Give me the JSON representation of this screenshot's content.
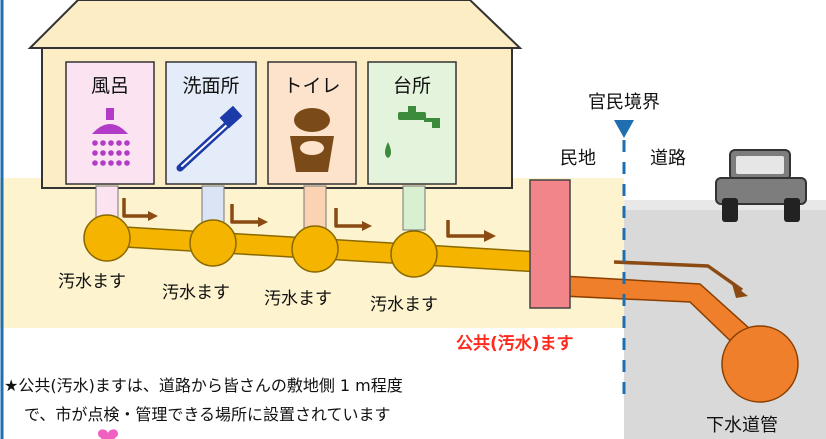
{
  "rooms": [
    {
      "label": "風呂",
      "bg": "#fbe3f2",
      "icon": "shower-icon",
      "icon_color": "#b23cc7"
    },
    {
      "label": "洗面所",
      "bg": "#e5ecf9",
      "icon": "toothbrush-icon",
      "icon_color": "#1c3aa8"
    },
    {
      "label": "トイレ",
      "bg": "#fde3cc",
      "icon": "toilet-icon",
      "icon_color": "#7a4a18"
    },
    {
      "label": "台所",
      "bg": "#e3f3dc",
      "icon": "faucet-icon",
      "icon_color": "#3c8a3c"
    }
  ],
  "inspection_boxes": [
    "汚水ます",
    "汚水ます",
    "汚水ます",
    "汚水ます"
  ],
  "boundary_label": "官民境界",
  "private_land_label": "民地",
  "road_label": "道路",
  "public_box_label": "公共(汚水)ます",
  "sewer_main_label": "下水道管",
  "note_line1": "★公共(汚水)ますは、道路から皆さんの敷地側 1 m程度",
  "note_line2": "で、市が点検・管理できる場所に設置されています",
  "colors": {
    "house_fill": "#fdedc4",
    "pipe_private": "#f5b400",
    "pipe_public": "#ef7f2a",
    "public_box": "#f28589",
    "public_label": "#ff2a1e",
    "boundary": "#1f6fb0",
    "ground": "#fdf3cf",
    "road": "#dcdcdc",
    "flow_arrow": "#8a4a12"
  }
}
